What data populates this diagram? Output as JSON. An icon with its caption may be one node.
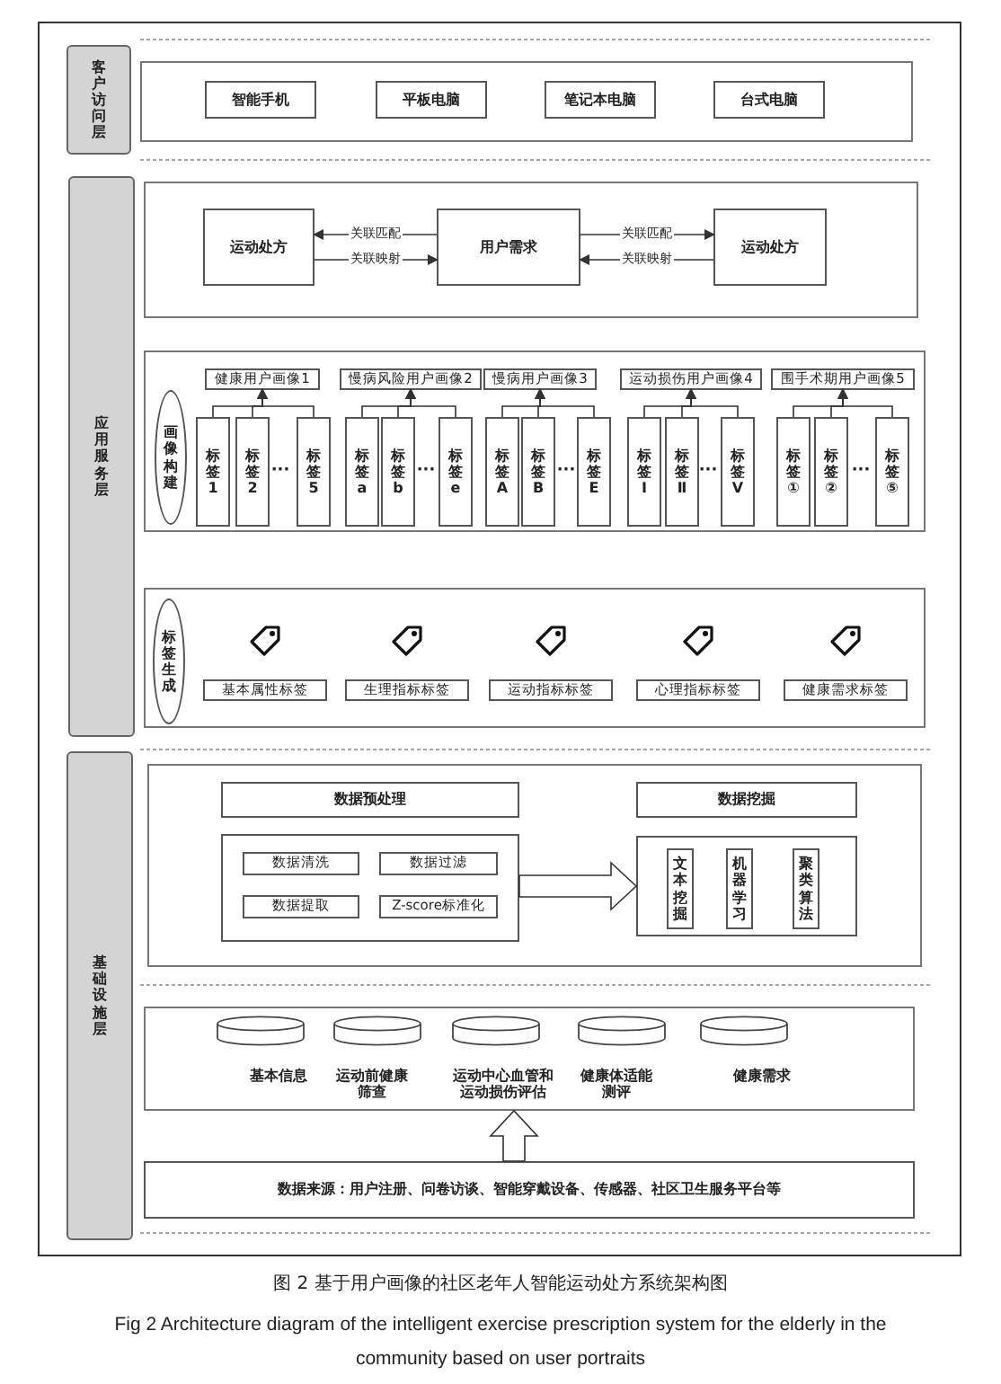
{
  "diagram": {
    "caption": "图 2 基于用户画像的社区老年人智能运动处方系统架构图",
    "nodes": [
      {
        "text": [
          "客户访问层"
        ]
      },
      {
        "text": [],
        "shape": "box"
      },
      {
        "text": [
          "智能手机"
        ],
        "in": 1
      },
      {
        "text": [
          "平板电脑"
        ],
        "in": 1
      },
      {
        "text": [
          "笔记本电脑"
        ],
        "in": 1
      },
      {
        "text": [
          "台式电脑"
        ],
        "in": 1
      },
      {
        "text": [
          "应用服务层"
        ]
      },
      {
        "text": [],
        "shape": "box"
      },
      {
        "text": [
          "运动处方"
        ],
        "in": 7
      },
      {
        "text": [
          "用户需求"
        ],
        "in": 7
      },
      {
        "text": [
          "运动处方"
        ],
        "in": 7
      },
      {
        "text": [],
        "shape": "box"
      },
      {
        "text": [
          "画像构建"
        ],
        "in": 11
      },
      {
        "text": [
          "健康用户画像1"
        ],
        "in": 11
      },
      {
        "text": [
          "慢病风险用户画像2"
        ],
        "in": 11
      },
      {
        "text": [
          "慢病用户画像3"
        ],
        "in": 11
      },
      {
        "text": [
          "运动损伤用户画像4"
        ],
        "in": 11
      },
      {
        "text": [
          "围手术期用户画像5"
        ],
        "in": 11
      },
      {
        "text": [
          "标签1"
        ],
        "in": 11
      },
      {
        "text": [
          "标签2"
        ],
        "in": 11
      },
      {
        "text": [
          "标签5"
        ],
        "in": 11
      },
      {
        "text": [
          "标签a"
        ],
        "in": 11
      },
      {
        "text": [
          "标签b"
        ],
        "in": 11
      },
      {
        "text": [
          "标签e"
        ],
        "in": 11
      },
      {
        "text": [
          "标签A"
        ],
        "in": 11
      },
      {
        "text": [
          "标签B"
        ],
        "in": 11
      },
      {
        "text": [
          "标签E"
        ],
        "in": 11
      },
      {
        "text": [
          "标签Ⅰ"
        ],
        "in": 11
      },
      {
        "text": [
          "标签Ⅱ"
        ],
        "in": 11
      },
      {
        "text": [
          "标签Ⅴ"
        ],
        "in": 11
      },
      {
        "text": [
          "标签①"
        ],
        "in": 11
      },
      {
        "text": [
          "标签②"
        ],
        "in": 11
      },
      {
        "text": [
          "标签⑤"
        ],
        "in": 11
      },
      {
        "text": [],
        "shape": "box"
      },
      {
        "text": [
          "标签生成"
        ],
        "in": 33
      },
      {
        "text": [
          "基本属性标签"
        ],
        "in": 33
      },
      {
        "text": [
          "生理指标标签"
        ],
        "in": 33
      },
      {
        "text": [
          "运动指标标签"
        ],
        "in": 33
      },
      {
        "text": [
          "心理指标标签"
        ],
        "in": 33
      },
      {
        "text": [
          "健康需求标签"
        ],
        "in": 33
      },
      {
        "text": [
          "基础设施层"
        ]
      },
      {
        "text": [],
        "shape": "box"
      },
      {
        "text": [
          "数据预处理"
        ],
        "in": 41
      },
      {
        "text": [],
        "shape": "box",
        "in": 41
      },
      {
        "text": [
          "数据清洗"
        ],
        "in": 43
      },
      {
        "text": [
          "数据过滤"
        ],
        "in": 43
      },
      {
        "text": [
          "数据提取"
        ],
        "in": 43
      },
      {
        "text": [
          "Z-score标准化"
        ],
        "in": 43
      },
      {
        "text": [
          "数据挖掘"
        ],
        "in": 41
      },
      {
        "text": [],
        "shape": "box",
        "in": 41
      },
      {
        "text": [
          "文本挖掘"
        ],
        "in": 49
      },
      {
        "text": [
          "机器学习"
        ],
        "in": 49
      },
      {
        "text": [
          "聚类算法"
        ],
        "in": 49
      },
      {
        "text": [],
        "shape": "box"
      },
      {
        "text": [
          "基本信息"
        ],
        "in": 53
      },
      {
        "text": [
          "运动前健康筛查"
        ],
        "in": 53
      },
      {
        "text": [
          "运动中心血管和运动损伤评估"
        ],
        "in": 53
      },
      {
        "text": [
          "健康体适能测评"
        ],
        "in": 53
      },
      {
        "text": [
          "健康需求"
        ],
        "in": 53
      },
      {
        "text": [
          "数据来源：用户注册、问卷访谈、智能穿戴设备、传感器、社区卫生服务平台等"
        ]
      }
    ],
    "edges": [
      {
        "from": 9,
        "to": 8,
        "arrow": "to",
        "label": "关联匹配"
      },
      {
        "from": 8,
        "to": 9,
        "arrow": "to",
        "label": "关联映射"
      },
      {
        "from": 9,
        "to": 10,
        "arrow": "to",
        "label": "关联匹配"
      },
      {
        "from": 10,
        "to": 9,
        "arrow": "to",
        "label": "关联映射"
      },
      {
        "from": 18,
        "to": 13,
        "arrow": "to"
      },
      {
        "from": 19,
        "to": 13,
        "arrow": "to"
      },
      {
        "from": 20,
        "to": 13,
        "arrow": "to"
      },
      {
        "from": 21,
        "to": 14,
        "arrow": "to"
      },
      {
        "from": 22,
        "to": 14,
        "arrow": "to"
      },
      {
        "from": 23,
        "to": 14,
        "arrow": "to"
      },
      {
        "from": 24,
        "to": 15,
        "arrow": "to"
      },
      {
        "from": 25,
        "to": 15,
        "arrow": "to"
      },
      {
        "from": 26,
        "to": 15,
        "arrow": "to"
      },
      {
        "from": 27,
        "to": 16,
        "arrow": "to"
      },
      {
        "from": 28,
        "to": 16,
        "arrow": "to"
      },
      {
        "from": 29,
        "to": 16,
        "arrow": "to"
      },
      {
        "from": 30,
        "to": 17,
        "arrow": "to"
      },
      {
        "from": 31,
        "to": 17,
        "arrow": "to"
      },
      {
        "from": 32,
        "to": 17,
        "arrow": "to"
      },
      {
        "from": 43,
        "to": 49,
        "arrow": "to",
        "style": "thick"
      },
      {
        "from": 59,
        "to": 53,
        "arrow": "to",
        "style": "thick"
      }
    ],
    "labels": [
      "···",
      "···",
      "···",
      "···",
      "···",
      "Fig 2 Architecture diagram of the intelligent exercise prescription system for the elderly in the community based on user portraits"
    ]
  }
}
